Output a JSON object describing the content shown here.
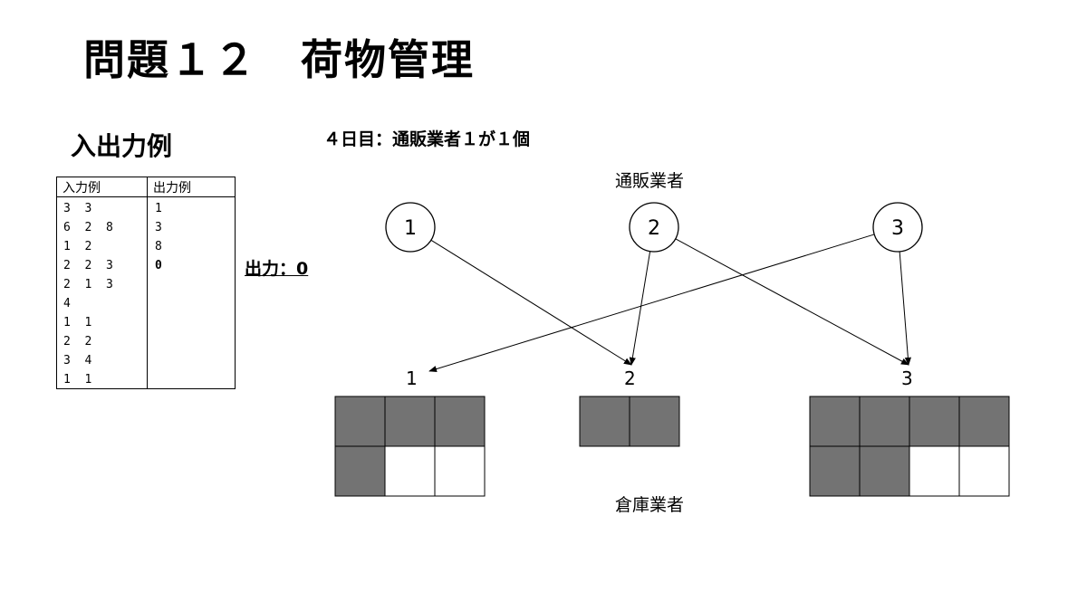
{
  "title": "問題１２　荷物管理",
  "section_title": "入出力例",
  "day_line": "４日目：通販業者１が１個",
  "io_table": {
    "input_header": "入力例",
    "output_header": "出力例",
    "input_lines": [
      "3 3",
      "6 2 8",
      "1 2",
      "2 2 3",
      "2 1 3",
      "4",
      "1 1",
      "2 2",
      "3 4",
      "1 1"
    ],
    "output_lines": [
      "1",
      "3",
      "8",
      "0"
    ],
    "highlight_output_index": 3
  },
  "output_note": "出力：0",
  "mail_order_label": "通販業者",
  "warehouse_label": "倉庫業者",
  "colors": {
    "filled": "#737373",
    "empty": "#ffffff",
    "line": "#000000"
  },
  "vendors": [
    {
      "label": "1",
      "targets": [
        "2"
      ]
    },
    {
      "label": "2",
      "targets": [
        "2",
        "3"
      ]
    },
    {
      "label": "3",
      "targets": [
        "1",
        "3"
      ]
    }
  ],
  "warehouses": [
    {
      "label": "1",
      "capacity": 6,
      "filled": 4
    },
    {
      "label": "2",
      "capacity": 2,
      "filled": 2
    },
    {
      "label": "3",
      "capacity": 8,
      "filled": 6
    }
  ]
}
